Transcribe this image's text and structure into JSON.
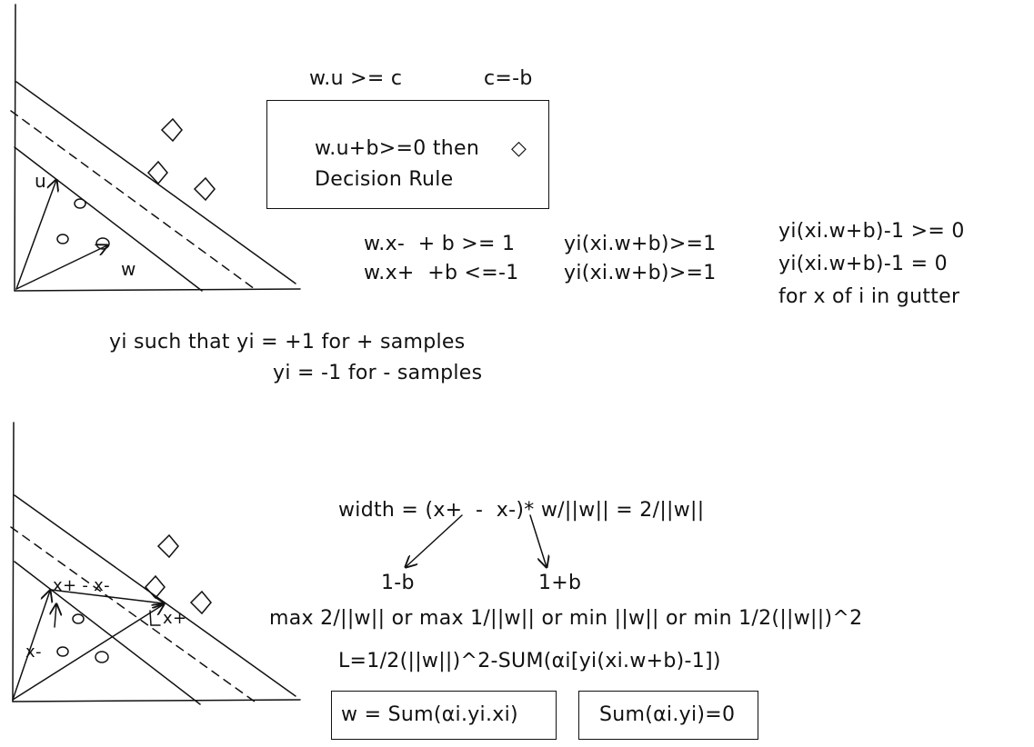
{
  "top": {
    "constraint_left": "w.u >= c",
    "constraint_right": "c=-b",
    "decision_line1": "w.u+b>=0 then",
    "decision_line2": "Decision Rule",
    "decision_symbol": "◇",
    "u_label": "u",
    "w_label": "w",
    "eq_neg": "w.x-  + b >= 1",
    "eq_pos": "w.x+  +b <=-1",
    "eq_y1": "yi(xi.w+b)>=1",
    "eq_y2": "yi(xi.w+b)>=1",
    "right1": "yi(xi.w+b)-1 >= 0",
    "right2": "yi(xi.w+b)-1 = 0",
    "right3": "for x of i in gutter",
    "yi_line1": "yi such that yi = +1 for + samples",
    "yi_line2": "yi = -1 for - samples"
  },
  "bottom": {
    "width_eq": "width = (x+  -  x-)* w/||w|| = 2/||w||",
    "one_minus_b": "1-b",
    "one_plus_b": "1+b",
    "max_line": "max 2/||w|| or max 1/||w|| or min ||w|| or min 1/2(||w||)^2",
    "lagrangian": "L=1/2(||w||)^2-SUM(αi[yi(xi.w+b)-1])",
    "box_w": "w = Sum(αi.yi.xi)",
    "box_sum": "Sum(αi.yi)=0",
    "label_diff": "x+ - x-",
    "label_xplus": "x+",
    "label_xminus": "x-"
  }
}
